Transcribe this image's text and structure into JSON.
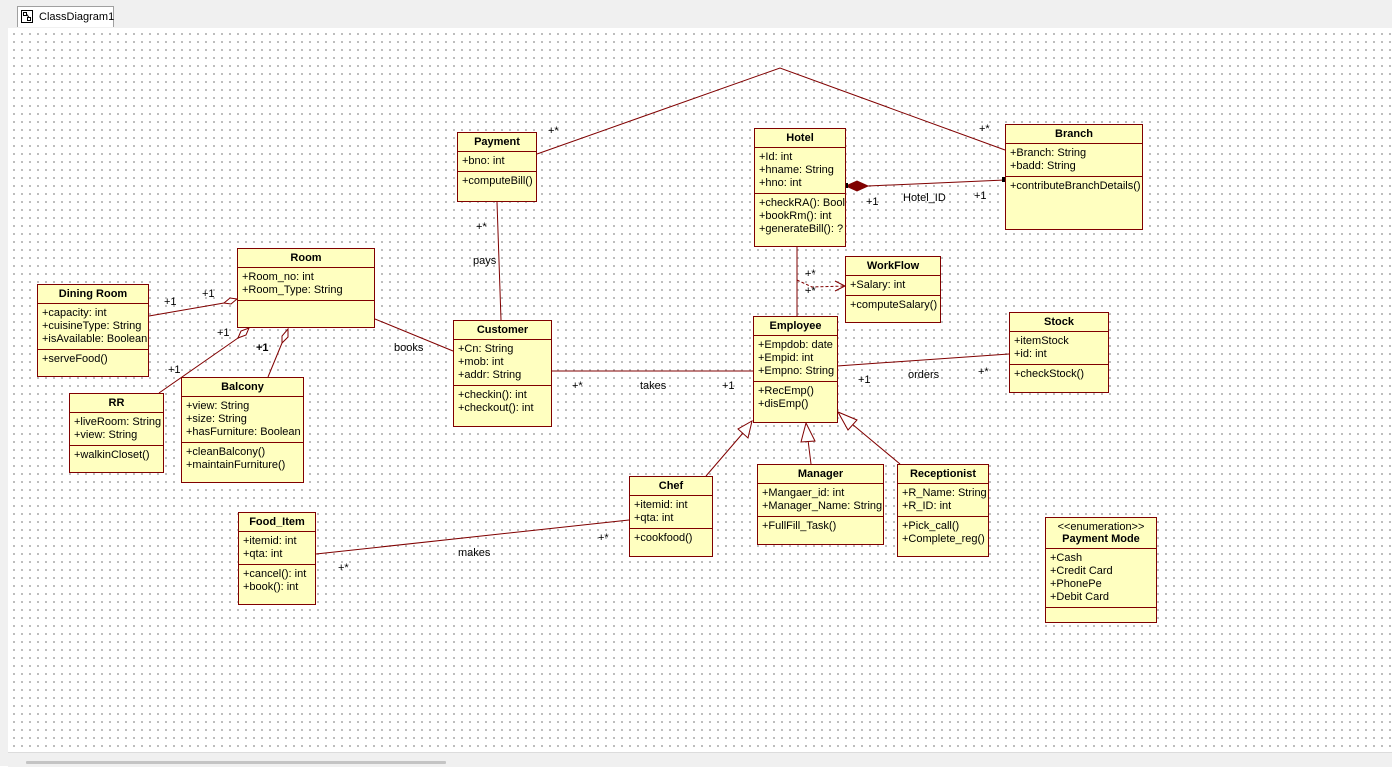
{
  "tab": {
    "label": "ClassDiagram1"
  },
  "classes": {
    "payment": {
      "name": "Payment",
      "attrs": [
        "+bno: int"
      ],
      "ops": [
        "+computeBill()"
      ]
    },
    "hotel": {
      "name": "Hotel",
      "attrs": [
        "+Id: int",
        "+hname: String",
        "+hno: int"
      ],
      "ops": [
        "+checkRA(): Bool",
        "+bookRm(): int",
        "+generateBill(): ?"
      ]
    },
    "branch": {
      "name": "Branch",
      "attrs": [
        "+Branch: String",
        "+badd: String"
      ],
      "ops": [
        "+contributeBranchDetails()"
      ]
    },
    "room": {
      "name": "Room",
      "attrs": [
        "+Room_no: int",
        "+Room_Type: String"
      ],
      "ops": [
        ""
      ]
    },
    "dining": {
      "name": "Dining Room",
      "attrs": [
        "+capacity: int",
        "+cuisineType: String",
        "+isAvailable: Boolean"
      ],
      "ops": [
        "+serveFood()"
      ]
    },
    "workflow": {
      "name": "WorkFlow",
      "attrs": [
        "+Salary: int"
      ],
      "ops": [
        "+computeSalary()"
      ]
    },
    "customer": {
      "name": "Customer",
      "attrs": [
        "+Cn: String",
        "+mob: int",
        "+addr: String"
      ],
      "ops": [
        "+checkin(): int",
        "+checkout(): int"
      ]
    },
    "employee": {
      "name": "Employee",
      "attrs": [
        "+Empdob: date",
        "+Empid: int",
        "+Empno: String"
      ],
      "ops": [
        "+RecEmp()",
        "+disEmp()"
      ]
    },
    "stock": {
      "name": "Stock",
      "attrs": [
        "+itemStock",
        "+id: int"
      ],
      "ops": [
        "+checkStock()"
      ]
    },
    "rr": {
      "name": "RR",
      "attrs": [
        "+liveRoom: String",
        "+view: String"
      ],
      "ops": [
        "+walkinCloset()"
      ]
    },
    "balcony": {
      "name": "Balcony",
      "attrs": [
        "+view: String",
        "+size: String",
        "+hasFurniture: Boolean"
      ],
      "ops": [
        "+cleanBalcony()",
        "+maintainFurniture()"
      ]
    },
    "chef": {
      "name": "Chef",
      "attrs": [
        "+itemid: int",
        "+qta: int"
      ],
      "ops": [
        "+cookfood()"
      ]
    },
    "manager": {
      "name": "Manager",
      "attrs": [
        "+Mangaer_id: int",
        "+Manager_Name: String"
      ],
      "ops": [
        "+FullFill_Task()"
      ]
    },
    "receptionist": {
      "name": "Receptionist",
      "attrs": [
        "+R_Name: String",
        "+R_ID: int"
      ],
      "ops": [
        "+Pick_call()",
        "+Complete_reg()"
      ]
    },
    "fooditem": {
      "name": "Food_Item",
      "attrs": [
        "+itemid: int",
        "+qta: int"
      ],
      "ops": [
        "+cancel(): int",
        "+book(): int"
      ]
    },
    "paymode": {
      "stereotype": "<<enumeration>>",
      "name": "Payment Mode",
      "attrs": [
        "+Cash",
        "+Credit Card",
        "+PhonePe",
        "+Debit Card"
      ],
      "ops": [
        ""
      ]
    }
  },
  "labels": {
    "payment_branch_mult": "+*",
    "branch_payment_mult": "+*",
    "hotel_mult": "+1",
    "hotel_id": "Hotel_ID",
    "branch_mult": "+1",
    "payment_customer_mult": "+*",
    "pays": "pays",
    "workflow_mult_a": "+*",
    "workflow_mult_b": "+*",
    "dining_mult": "+1",
    "room_dining_mult": "+1",
    "room_rr_mult": "+1",
    "room_balcony_mult": "+1",
    "rr_mult": "+1",
    "books": "books",
    "customer_takes_mult": "+*",
    "takes": "takes",
    "employee_takes_mult": "+1",
    "employee_orders_mult": "+1",
    "orders": "orders",
    "stock_mult": "+*",
    "chef_makes_mult": "+*",
    "makes": "makes",
    "fooditem_mult": "+*"
  },
  "colors": {
    "line": "#800000",
    "fill": "#ffffc0",
    "dependency": "#800000"
  }
}
